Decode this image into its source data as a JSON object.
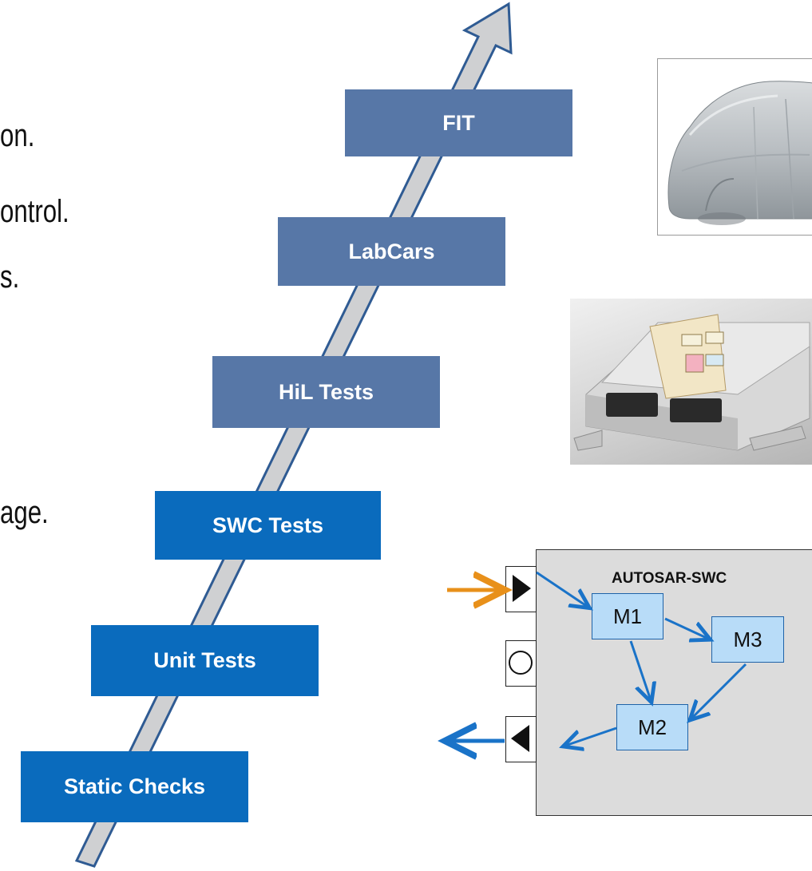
{
  "bullets": [
    "on.",
    "ontrol.",
    "s.",
    "age."
  ],
  "stages": [
    {
      "label": "FIT"
    },
    {
      "label": "LabCars"
    },
    {
      "label": "HiL Tests"
    },
    {
      "label": "SWC Tests"
    },
    {
      "label": "Unit Tests"
    },
    {
      "label": "Static Checks"
    }
  ],
  "swc_diagram": {
    "title": "AUTOSAR-SWC",
    "modules": [
      "M1",
      "M2",
      "M3"
    ]
  },
  "colors": {
    "stage_dark": "#5777a7",
    "stage_bright": "#0a6bbd",
    "arrow_fill": "#cfd0d2",
    "arrow_stroke": "#2f5b93",
    "flow": "#1a73c8",
    "input_arrow": "#e8901a"
  },
  "images": [
    "car-under-cover-icon",
    "ecu-hardware-icon"
  ]
}
